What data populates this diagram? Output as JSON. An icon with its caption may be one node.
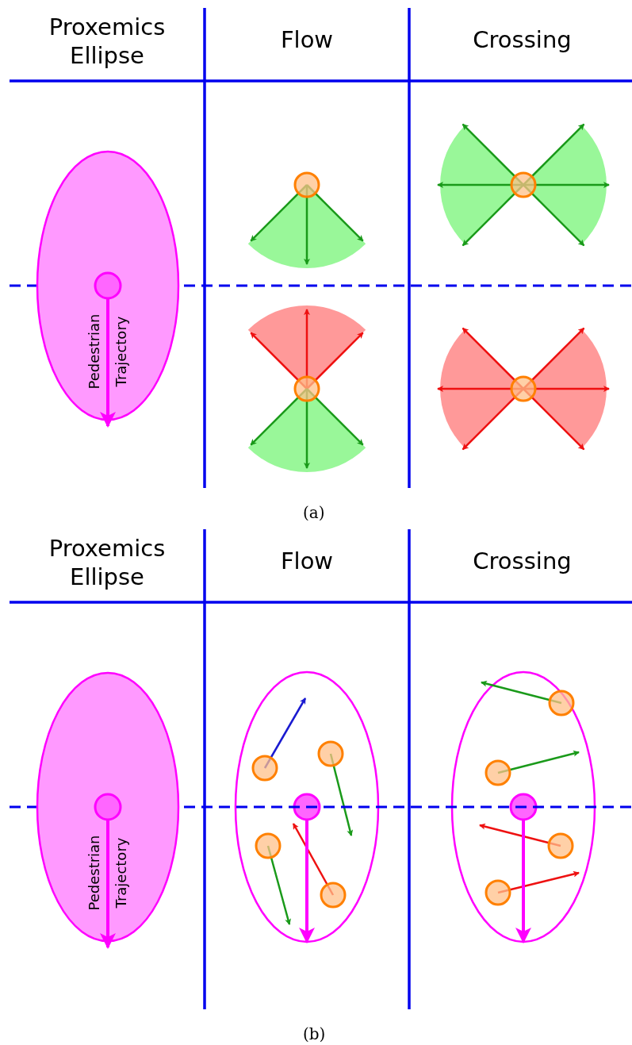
{
  "diagram": {
    "nodes": [
      {
        "text": [
          "Pedestrian Trajectory"
        ]
      },
      {
        "text": [
          "Pedestrian Trajectory"
        ]
      }
    ],
    "labels": [
      "Proxemics Ellipse",
      "Flow",
      "Crossing",
      "(a)",
      "Proxemics Ellipse",
      "Flow",
      "Crossing",
      "(b)"
    ]
  }
}
